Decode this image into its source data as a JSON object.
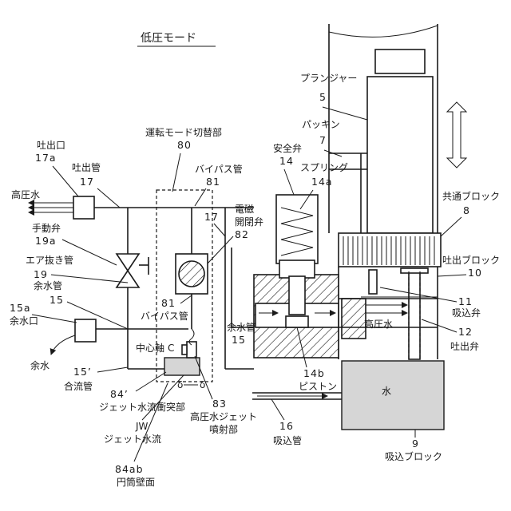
{
  "title": "低圧モード",
  "labels": {
    "plunger": "プランジャー",
    "plunger_num": "5",
    "packing": "パッキン",
    "packing_num": "7",
    "common_block": "共通ブロック",
    "common_block_num": "8",
    "discharge_block": "吐出ブロック",
    "discharge_block_num": "10",
    "suction_valve_num": "11",
    "suction_valve": "吸込弁",
    "discharge_valve_num": "12",
    "discharge_valve": "吐出弁",
    "high_pressure_water_inner": "高圧水",
    "water": "水",
    "suction_block_num": "9",
    "suction_block": "吸込ブロック",
    "suction_pipe_num": "16",
    "suction_pipe": "吸込管",
    "safety_valve": "安全弁",
    "safety_valve_num": "14",
    "spring": "スプリング",
    "spring_num": "14a",
    "piston_num": "14b",
    "piston": "ピストン",
    "mode_switch": "運転モード切替部",
    "mode_switch_num": "80",
    "bypass_pipe_top": "バイパス管",
    "bypass_pipe_top_num": "81",
    "num_17_inner": "17",
    "solenoid_1": "電磁",
    "solenoid_2": "開閉弁",
    "solenoid_num": "82",
    "num_81_lower": "81",
    "bypass_pipe_lower": "バイパス管",
    "discharge_port": "吐出口",
    "discharge_port_num": "17a",
    "discharge_pipe": "吐出管",
    "discharge_pipe_num": "17",
    "high_pressure_water_out": "高圧水",
    "manual_valve": "手動弁",
    "manual_valve_num": "19a",
    "air_vent_pipe": "エア抜き管",
    "air_vent_pipe_num": "19",
    "surplus_pipe": "余水管",
    "surplus_pipe_num": "15",
    "surplus_port_num": "15a",
    "surplus_port": "余水口",
    "surplus_water": "余水",
    "merge_pipe_num": "15’",
    "merge_pipe": "合流管",
    "center_axis": "中心軸",
    "center_c": "C",
    "surplus_pipe_right": "余水管",
    "surplus_pipe_right_num": "15",
    "num_84p": "84’",
    "jet_collision": "ジェット水流衝突部",
    "jw": "JW",
    "jet_flow": "ジェット水流",
    "num_84ab": "84ab",
    "cylinder_wall": "円筒壁面",
    "num_83": "83",
    "jet_nozzle_1": "高圧水ジェット",
    "jet_nozzle_2": "噴射部",
    "delta_left": "δ",
    "delta_right": "δ"
  }
}
